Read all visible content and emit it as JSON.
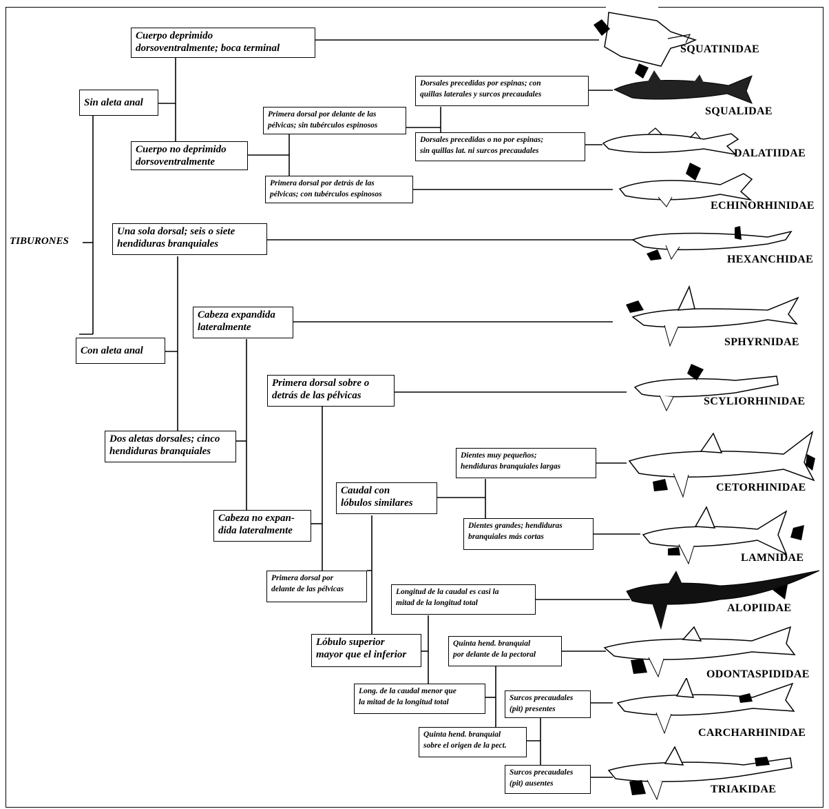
{
  "root": "TIBURONES",
  "nodes": {
    "sin_aleta_anal": "Sin aleta anal",
    "con_aleta_anal": "Con aleta anal",
    "cuerpo_deprimido": "Cuerpo deprimido\ndorsoventralmente; boca terminal",
    "cuerpo_no_deprimido": "Cuerpo  no deprimido\ndorsoventralmente",
    "primera_dorsal_delante": "Primera dorsal por delante de las\npélvicas; sin tubérculos espinosos",
    "primera_dorsal_detras": "Primera dorsal por detrás de las\npélvicas; con tubérculos espinosos",
    "dorsales_espinas": "Dorsales precedidas por espinas; con\nquillas laterales y surcos precaudales",
    "dorsales_no_espinas": "Dorsales precedidas o no por espinas;\nsin quillas lat. ni surcos precaudales",
    "una_sola_dorsal": "Una sola dorsal; seis o siete\nhendiduras branquiales",
    "dos_aletas_dorsales": "Dos aletas dorsales; cinco\nhendiduras branquiales",
    "cabeza_expandida": "Cabeza expandida\nlateralmente",
    "cabeza_no_expandida": "Cabeza no expan-\ndida lateralmente",
    "primera_dorsal_sobre": "Primera dorsal sobre o\ndetrás de las pélvicas",
    "primera_dorsal_delante_pelvicas": "Primera dorsal por\ndelante de las pélvicas",
    "caudal_lobulos_similares": "Caudal con\nlóbulos similares",
    "lobulo_superior_mayor": "Lóbulo superior\nmayor que el inferior",
    "dientes_pequenos": "Dientes muy pequeños;\nhendiduras branquiales largas",
    "dientes_grandes": "Dientes grandes; hendiduras\nbranquiales más cortas",
    "longitud_caudal_mitad": "Longitud de la caudal es casi la\nmitad de la longitud total",
    "long_caudal_menor": "Long. de la caudal menor que\nla mitad de la longitud total",
    "quinta_hend_delante": "Quinta hend. branquial\npor delante de la pectoral",
    "quinta_hend_sobre": "Quinta hend. branquial\nsobre el origen de la pect.",
    "surcos_presentes": "Surcos precaudales\n(pit) presentes",
    "surcos_ausentes": "Surcos precaudales\n(pit) ausentes"
  },
  "families": {
    "squatinidae": "SQUATINIDAE",
    "squalidae": "SQUALIDAE",
    "dalatiidae": "DALATIIDAE",
    "echinorhinidae": "ECHINORHINIDAE",
    "hexanchidae": "HEXANCHIDAE",
    "sphyrnidae": "SPHYRNIDAE",
    "scyliorhinidae": "SCYLIORHINIDAE",
    "cetorhinidae": "CETORHINIDAE",
    "lamnidae": "LAMNIDAE",
    "alopiidae": "ALOPIIDAE",
    "odontaspididae": "ODONTASPIDIDAE",
    "carcharhinidae": "CARCHARHINIDAE",
    "triakidae": "TRIAKIDAE"
  }
}
